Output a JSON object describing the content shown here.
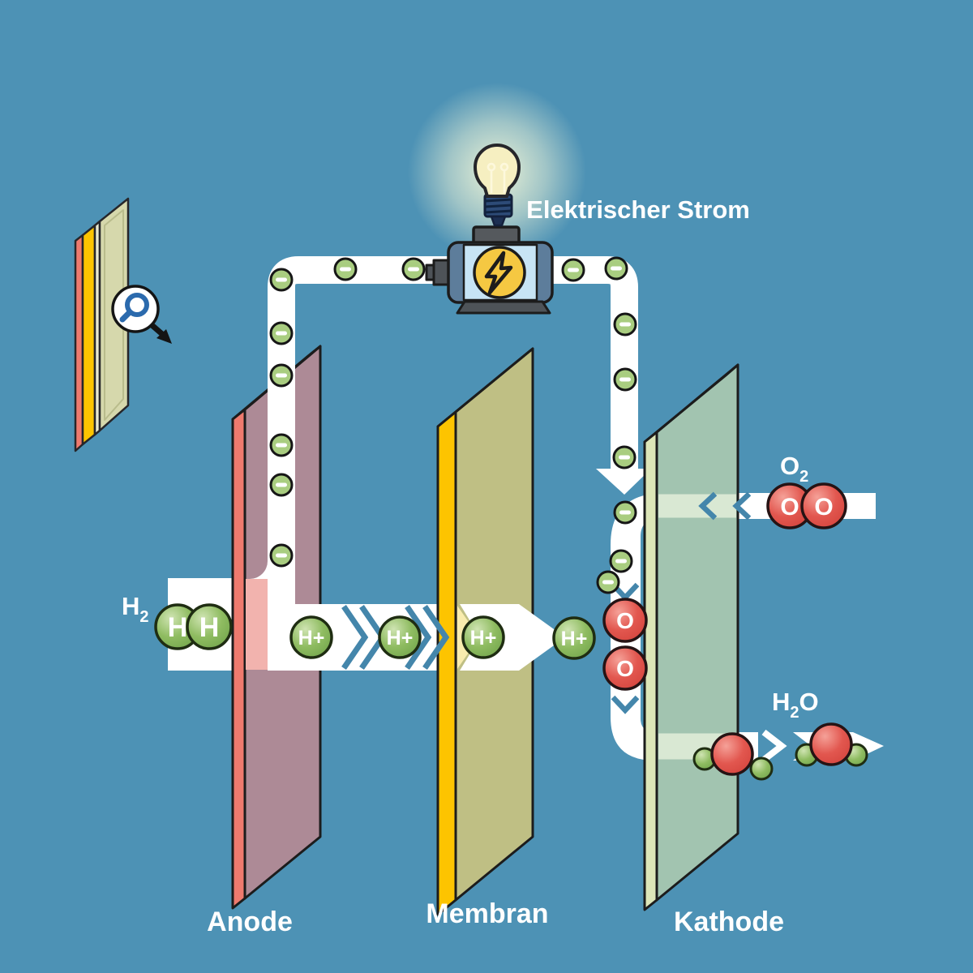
{
  "diagram": {
    "title": "Elektrischer Strom",
    "electrodes": {
      "anode": "Anode",
      "membrane": "Membran",
      "cathode": "Kathode"
    },
    "formulas": {
      "hydrogen": {
        "symbol": "H",
        "subscript": "2"
      },
      "oxygen": {
        "symbol": "O",
        "subscript": "2"
      },
      "water": {
        "h": "H",
        "subscript": "2",
        "o": "O"
      }
    },
    "atoms": {
      "hydrogen": "H",
      "proton": "H+",
      "oxygen": "O"
    },
    "colors": {
      "background": "#4d92b5",
      "band_white": "#ffffff",
      "electron_green": "#a9cd80",
      "hydrogen_green": "#8fbc61",
      "oxygen_red": "#e2574f",
      "anode_face": "#ad8a96",
      "anode_edge": "#ee7a6e",
      "anode_band_tint": "#f2b3ae",
      "membrane_face": "#bfbf84",
      "membrane_edge": "#fdc400",
      "membrane_band_tint": "#f8ecae",
      "cathode_face": "#a2c4b0",
      "cathode_edge": "#dde6b8",
      "cathode_band_tint": "#d9e8d3",
      "chevron_blue": "#4486ab",
      "motor_yellow": "#f5c842",
      "motor_body_blue": "#5d7d9b",
      "label_white": "#ffffff"
    }
  }
}
